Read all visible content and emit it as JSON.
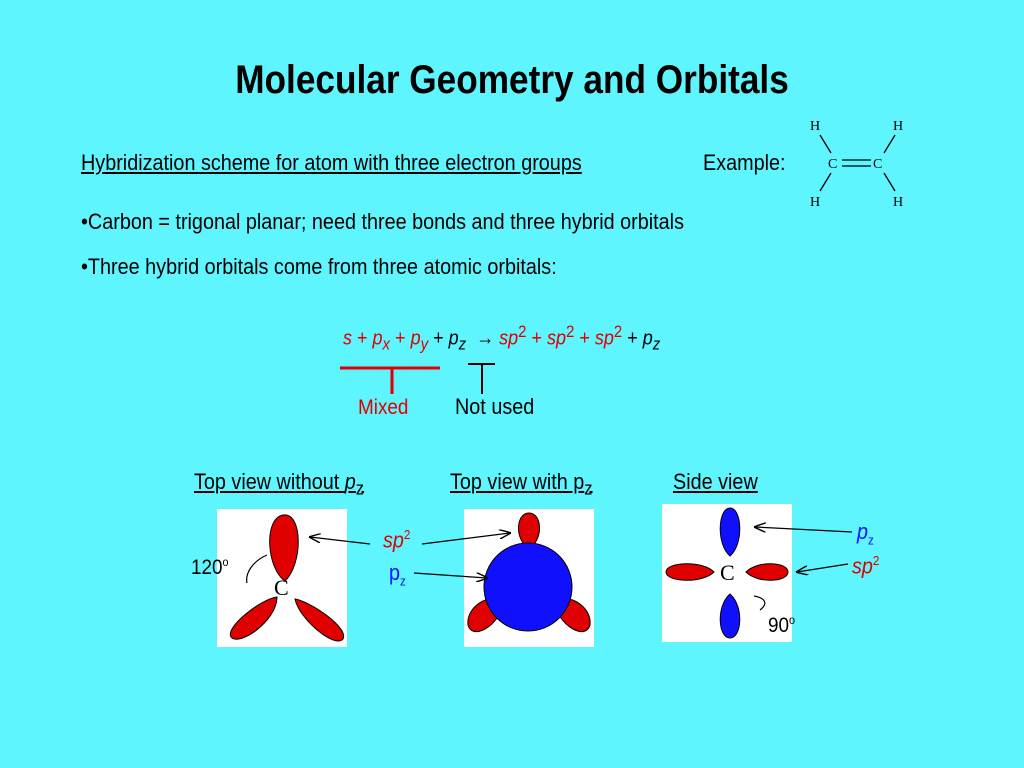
{
  "slide": {
    "title": "Molecular Geometry and Orbitals",
    "subheading": "Hybridization scheme for atom with three electron groups",
    "example_label": "Example:",
    "ethylene": {
      "h": "H",
      "c": "C"
    },
    "bullets": [
      "•Carbon = trigonal planar; need three bonds and three hybrid orbitals",
      "•Three hybrid orbitals come from three atomic orbitals:"
    ],
    "equation": {
      "s": "s",
      "plus": "+",
      "p": "p",
      "x": "x",
      "y": "y",
      "z": "z",
      "arrow": "→",
      "sp": "sp",
      "two": "2"
    },
    "mixed_label": "Mixed",
    "not_used_label": "Not used",
    "panels": {
      "top_without": {
        "heading": "Top view without ",
        "p": "p",
        "z": "z",
        "atom": "C",
        "angle": "120",
        "angle_sup": "o"
      },
      "top_with": {
        "heading": "Top view with p",
        "z": "z"
      },
      "side": {
        "heading": "Side view",
        "atom": "C",
        "angle": "90",
        "angle_sup": "o"
      }
    },
    "callouts": {
      "sp": "sp",
      "two": "2",
      "p": "p",
      "z": "z"
    },
    "colors": {
      "background": "#5ff5ff",
      "hybrid": "#e00000",
      "pz": "#1010ff",
      "text": "#000000"
    }
  }
}
